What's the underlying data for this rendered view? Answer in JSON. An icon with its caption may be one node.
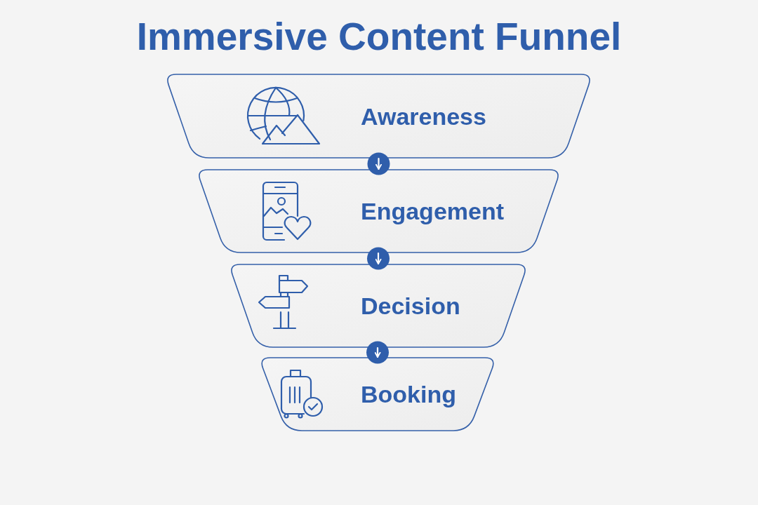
{
  "diagram": {
    "title": "Immersive Content Funnel",
    "nodes": [
      {
        "text": [
          "Awareness"
        ]
      },
      {
        "text": [
          "Engagement"
        ]
      },
      {
        "text": [
          "Decision"
        ]
      },
      {
        "text": [
          "Booking"
        ]
      }
    ],
    "edges": [
      {
        "from": 0,
        "to": 1,
        "arrow": "to"
      },
      {
        "from": 1,
        "to": 2,
        "arrow": "to"
      },
      {
        "from": 2,
        "to": 3,
        "arrow": "to"
      }
    ]
  }
}
